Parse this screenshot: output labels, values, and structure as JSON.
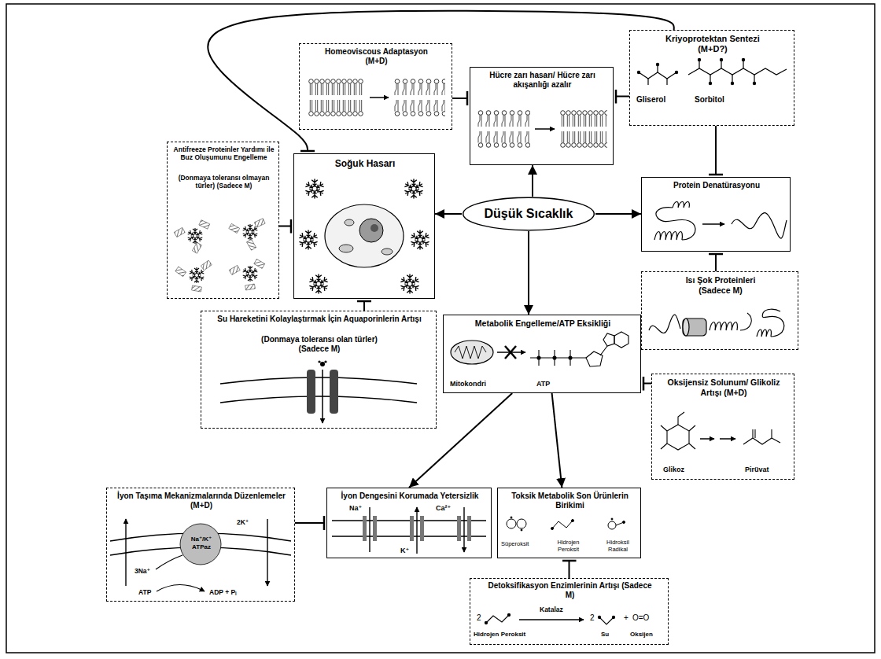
{
  "diagram": {
    "nodes": [
      {
        "text": [
          "Homeoviscous Adaptasyon (M+D)"
        ]
      },
      {
        "text": [
          "Hücre zarı hasarı/ Hücre zarı akışanlığı azalır"
        ]
      },
      {
        "text": [
          "Kriyoprotektan Sentezi (M+D?)",
          "Gliserol",
          "Sorbitol"
        ]
      },
      {
        "text": [
          "Antifreeze Proteinler Yardımı ile Buz Oluşumunu Engelleme",
          "(Donmaya toleransı olmayan türler) (Sadece M)"
        ]
      },
      {
        "text": [
          "Soğuk Hasarı"
        ]
      },
      {
        "text": [
          "Düşük Sıcaklık"
        ]
      },
      {
        "text": [
          "Protein Denatürasyonu"
        ]
      },
      {
        "text": [
          "Isı Şok Proteinleri (Sadece M)"
        ]
      },
      {
        "text": [
          "Su Hareketini Kolaylaştırmak İçin Aquaporinlerin Artışı",
          "(Donmaya toleransı olan türler) (Sadece M)"
        ]
      },
      {
        "text": [
          "Metabolik Engelleme/ATP Eksikliği",
          "Mitokondri",
          "ATP"
        ]
      },
      {
        "text": [
          "Oksijensiz Solunum/ Glikoliz Artışı (M+D)",
          "Glikoz",
          "Pirüvat"
        ]
      },
      {
        "text": [
          "İyon Taşıma Mekanizmalarında Düzenlemeler (M+D)",
          "2K⁺",
          "Na⁺/K⁺ ATPaz",
          "3Na⁺",
          "ATP",
          "ADP + Pᵢ"
        ]
      },
      {
        "text": [
          "İyon Dengesini Korumada Yetersizlik",
          "Na⁺",
          "Ca²⁺",
          "K⁺"
        ]
      },
      {
        "text": [
          "Toksik Metabolik Son Ürünlerin Birikimi",
          "Süperoksit",
          "Hidrojen Peroksit",
          "Hidroksil Radikal"
        ]
      },
      {
        "text": [
          "Detoksifikasyon Enzimlerinin Artışı (Sadece M)",
          "2",
          "Katalaz",
          "2",
          "+",
          "O=O",
          "Hidrojen Peroksit",
          "Su",
          "Oksijen"
        ]
      }
    ],
    "edges": [
      {
        "from": 5,
        "to": 4,
        "arrow": "to"
      },
      {
        "from": 5,
        "to": 1,
        "arrow": "to"
      },
      {
        "from": 5,
        "to": 6,
        "arrow": "to"
      },
      {
        "from": 5,
        "to": 9,
        "arrow": "to"
      },
      {
        "from": 9,
        "to": 12,
        "arrow": "to"
      },
      {
        "from": 9,
        "to": 13,
        "arrow": "to"
      },
      {
        "from": 0,
        "to": 1,
        "arrow": "to"
      },
      {
        "from": 2,
        "to": 1,
        "arrow": "to"
      },
      {
        "from": 2,
        "to": 6,
        "arrow": "to"
      },
      {
        "from": 2,
        "to": 4,
        "arrow": "to"
      },
      {
        "from": 3,
        "to": 4,
        "arrow": "to"
      },
      {
        "from": 8,
        "to": 4,
        "arrow": "to"
      },
      {
        "from": 7,
        "to": 6,
        "arrow": "to"
      },
      {
        "from": 10,
        "to": 9,
        "arrow": "to"
      },
      {
        "from": 11,
        "to": 12,
        "arrow": "to"
      },
      {
        "from": 14,
        "to": 13,
        "arrow": "to"
      }
    ]
  }
}
